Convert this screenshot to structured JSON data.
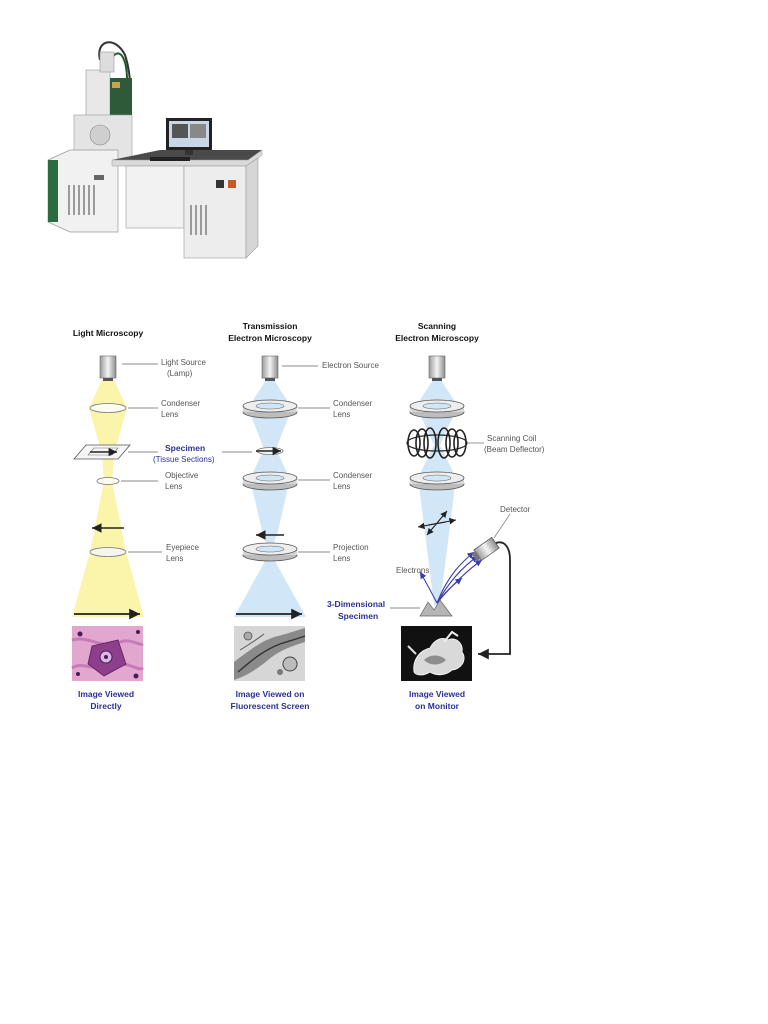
{
  "columns": {
    "light": {
      "title_line1": "Light Microscopy",
      "title_line2": ""
    },
    "tem": {
      "title_line1": "Transmission",
      "title_line2": "Electron Microscopy"
    },
    "sem": {
      "title_line1": "Scanning",
      "title_line2": "Electron Microscopy"
    }
  },
  "light_labels": {
    "source": [
      "Light Source",
      "(Lamp)"
    ],
    "condenser": [
      "Condenser",
      "Lens"
    ],
    "specimen": [
      "Specimen",
      "(Tissue Sections)"
    ],
    "objective": [
      "Objective",
      "Lens"
    ],
    "eyepiece": [
      "Eyepiece",
      "Lens"
    ]
  },
  "tem_labels": {
    "source": "Electron Source",
    "condenser": [
      "Condenser",
      "Lens"
    ],
    "condenser2": [
      "Condenser",
      "Lens"
    ],
    "projection": [
      "Projection",
      "Lens"
    ]
  },
  "sem_labels": {
    "coil": [
      "Scanning Coil",
      "(Beam Deflector)"
    ],
    "detector": "Detector",
    "electrons": "Electrons",
    "specimen": [
      "3-Dimensional",
      "Specimen"
    ]
  },
  "captions": {
    "light": [
      "Image Viewed",
      "Directly"
    ],
    "tem": [
      "Image Viewed on",
      "Fluorescent Screen"
    ],
    "sem": [
      "Image Viewed",
      "on Monitor"
    ]
  },
  "colors": {
    "light_beam": "#fbf3a6",
    "electron_beam": "#cfe6f8",
    "label_blue": "#2a2f9a"
  }
}
